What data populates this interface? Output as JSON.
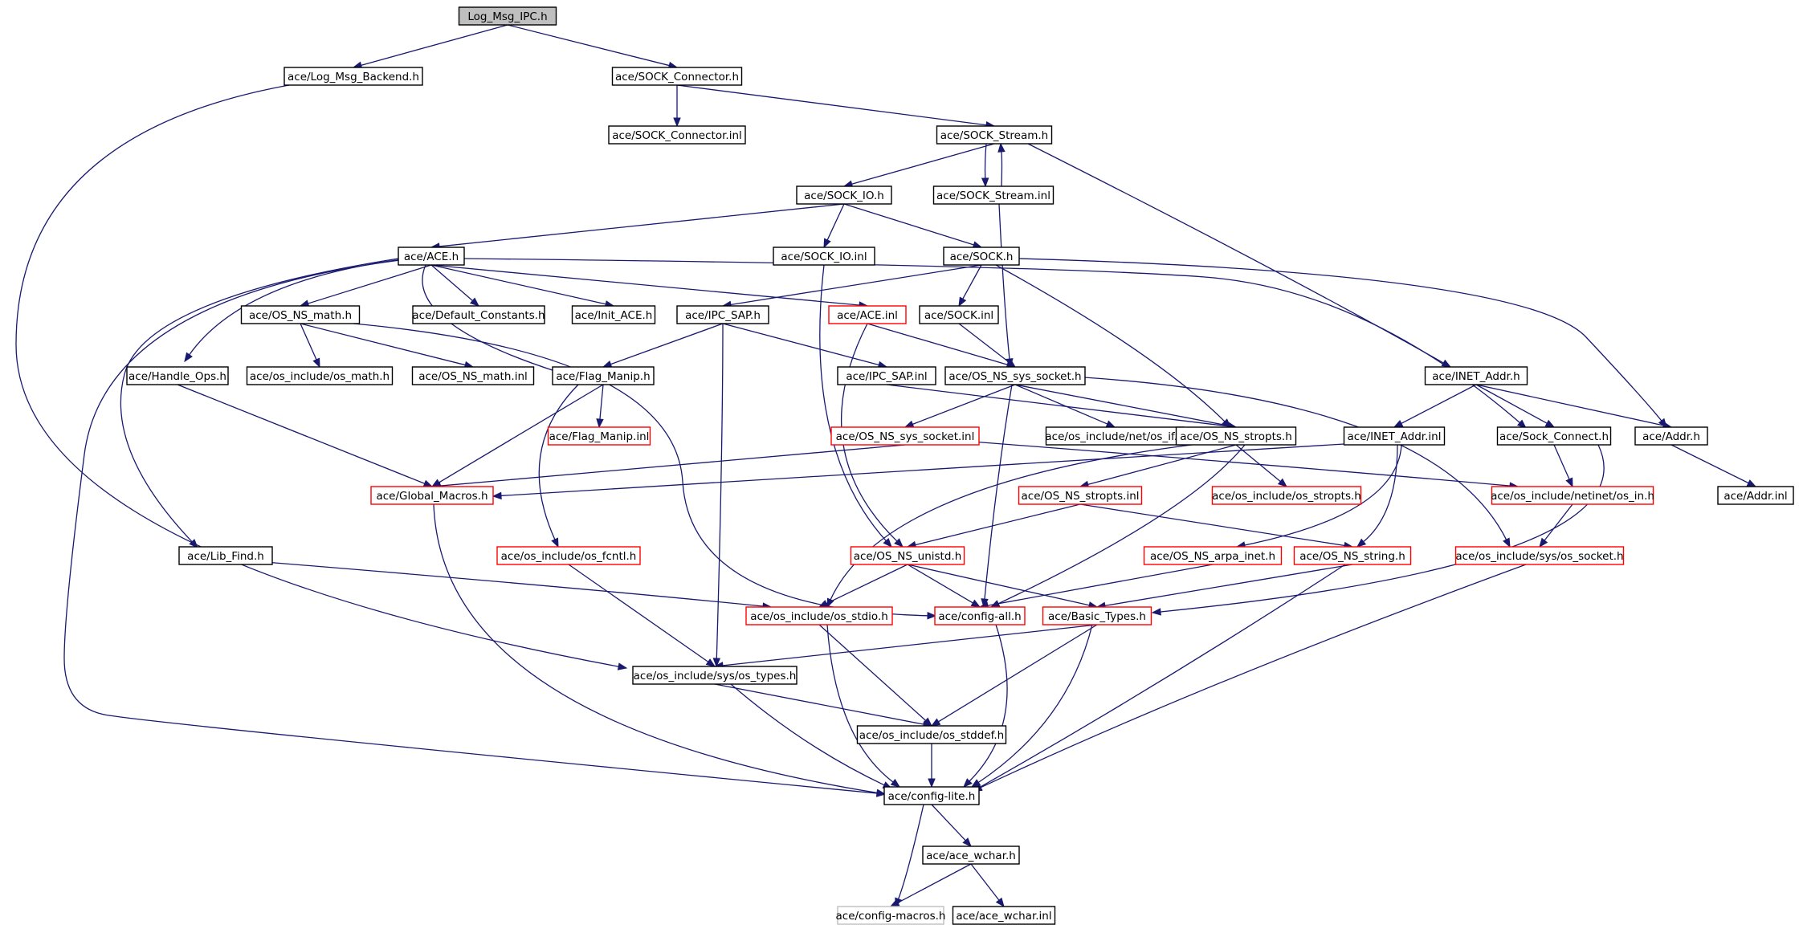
{
  "graph": {
    "colors": {
      "edge": "#191970",
      "node_border": "#000000",
      "node_border_red": "#ff0000",
      "node_border_gray": "#bfbfbf",
      "root_fill": "#bfbfbf"
    },
    "nodes": [
      {
        "id": "log_msg_ipc",
        "label": "Log_Msg_IPC.h",
        "style": "root"
      },
      {
        "id": "log_msg_backend",
        "label": "ace/Log_Msg_Backend.h",
        "style": "black"
      },
      {
        "id": "sock_connector_h",
        "label": "ace/SOCK_Connector.h",
        "style": "black"
      },
      {
        "id": "sock_connector_inl",
        "label": "ace/SOCK_Connector.inl",
        "style": "black"
      },
      {
        "id": "sock_stream_h",
        "label": "ace/SOCK_Stream.h",
        "style": "black"
      },
      {
        "id": "sock_io_h",
        "label": "ace/SOCK_IO.h",
        "style": "black"
      },
      {
        "id": "sock_stream_inl",
        "label": "ace/SOCK_Stream.inl",
        "style": "black"
      },
      {
        "id": "ace_h",
        "label": "ace/ACE.h",
        "style": "black"
      },
      {
        "id": "sock_io_inl",
        "label": "ace/SOCK_IO.inl",
        "style": "black"
      },
      {
        "id": "sock_h",
        "label": "ace/SOCK.h",
        "style": "black"
      },
      {
        "id": "os_ns_math_h",
        "label": "ace/OS_NS_math.h",
        "style": "black"
      },
      {
        "id": "default_constants",
        "label": "ace/Default_Constants.h",
        "style": "black"
      },
      {
        "id": "init_ace",
        "label": "ace/Init_ACE.h",
        "style": "black"
      },
      {
        "id": "ipc_sap_h",
        "label": "ace/IPC_SAP.h",
        "style": "black"
      },
      {
        "id": "ace_inl",
        "label": "ace/ACE.inl",
        "style": "red"
      },
      {
        "id": "sock_inl",
        "label": "ace/SOCK.inl",
        "style": "black"
      },
      {
        "id": "handle_ops",
        "label": "ace/Handle_Ops.h",
        "style": "black"
      },
      {
        "id": "os_math",
        "label": "ace/os_include/os_math.h",
        "style": "black"
      },
      {
        "id": "os_ns_math_inl",
        "label": "ace/OS_NS_math.inl",
        "style": "black"
      },
      {
        "id": "flag_manip_h",
        "label": "ace/Flag_Manip.h",
        "style": "black"
      },
      {
        "id": "ipc_sap_inl",
        "label": "ace/IPC_SAP.inl",
        "style": "black"
      },
      {
        "id": "os_ns_sys_socket_h",
        "label": "ace/OS_NS_sys_socket.h",
        "style": "black"
      },
      {
        "id": "inet_addr_h",
        "label": "ace/INET_Addr.h",
        "style": "black"
      },
      {
        "id": "flag_manip_inl",
        "label": "ace/Flag_Manip.inl",
        "style": "red"
      },
      {
        "id": "os_ns_sys_socket_inl",
        "label": "ace/OS_NS_sys_socket.inl",
        "style": "red"
      },
      {
        "id": "os_if",
        "label": "ace/os_include/net/os_if.h",
        "style": "black"
      },
      {
        "id": "os_ns_stropts_h",
        "label": "ace/OS_NS_stropts.h",
        "style": "black"
      },
      {
        "id": "inet_addr_inl",
        "label": "ace/INET_Addr.inl",
        "style": "black"
      },
      {
        "id": "sock_connect",
        "label": "ace/Sock_Connect.h",
        "style": "black"
      },
      {
        "id": "addr_h",
        "label": "ace/Addr.h",
        "style": "black"
      },
      {
        "id": "global_macros",
        "label": "ace/Global_Macros.h",
        "style": "red"
      },
      {
        "id": "os_ns_stropts_inl",
        "label": "ace/OS_NS_stropts.inl",
        "style": "red"
      },
      {
        "id": "os_stropts",
        "label": "ace/os_include/os_stropts.h",
        "style": "red"
      },
      {
        "id": "os_in",
        "label": "ace/os_include/netinet/os_in.h",
        "style": "red"
      },
      {
        "id": "addr_inl",
        "label": "ace/Addr.inl",
        "style": "black"
      },
      {
        "id": "lib_find",
        "label": "ace/Lib_Find.h",
        "style": "black"
      },
      {
        "id": "os_fcntl",
        "label": "ace/os_include/os_fcntl.h",
        "style": "red"
      },
      {
        "id": "os_ns_unistd",
        "label": "ace/OS_NS_unistd.h",
        "style": "red"
      },
      {
        "id": "os_ns_arpa_inet",
        "label": "ace/OS_NS_arpa_inet.h",
        "style": "red"
      },
      {
        "id": "os_ns_string",
        "label": "ace/OS_NS_string.h",
        "style": "red"
      },
      {
        "id": "os_socket",
        "label": "ace/os_include/sys/os_socket.h",
        "style": "red"
      },
      {
        "id": "os_stdio",
        "label": "ace/os_include/os_stdio.h",
        "style": "red"
      },
      {
        "id": "config_all",
        "label": "ace/config-all.h",
        "style": "red"
      },
      {
        "id": "basic_types",
        "label": "ace/Basic_Types.h",
        "style": "red"
      },
      {
        "id": "os_types",
        "label": "ace/os_include/sys/os_types.h",
        "style": "black"
      },
      {
        "id": "os_stddef",
        "label": "ace/os_include/os_stddef.h",
        "style": "black"
      },
      {
        "id": "config_lite",
        "label": "ace/config-lite.h",
        "style": "black"
      },
      {
        "id": "ace_wchar_h",
        "label": "ace/ace_wchar.h",
        "style": "black"
      },
      {
        "id": "config_macros",
        "label": "ace/config-macros.h",
        "style": "gray"
      },
      {
        "id": "ace_wchar_inl",
        "label": "ace/ace_wchar.inl",
        "style": "black"
      }
    ],
    "edges": [
      [
        "log_msg_ipc",
        "log_msg_backend"
      ],
      [
        "log_msg_ipc",
        "sock_connector_h"
      ],
      [
        "log_msg_backend",
        "os_types"
      ],
      [
        "sock_connector_h",
        "sock_connector_inl"
      ],
      [
        "sock_connector_h",
        "sock_stream_h"
      ],
      [
        "sock_stream_h",
        "sock_io_h"
      ],
      [
        "sock_stream_h",
        "sock_stream_inl"
      ],
      [
        "sock_stream_inl",
        "sock_stream_h"
      ],
      [
        "sock_stream_h",
        "inet_addr_h"
      ],
      [
        "sock_stream_inl",
        "os_ns_sys_socket_h"
      ],
      [
        "sock_io_h",
        "ace_h"
      ],
      [
        "sock_io_h",
        "sock_io_inl"
      ],
      [
        "sock_io_h",
        "sock_h"
      ],
      [
        "sock_io_inl",
        "os_ns_unistd"
      ],
      [
        "sock_h",
        "ipc_sap_h"
      ],
      [
        "sock_h",
        "sock_inl"
      ],
      [
        "sock_h",
        "addr_h"
      ],
      [
        "sock_h",
        "os_ns_stropts_h"
      ],
      [
        "ace_h",
        "os_ns_math_h"
      ],
      [
        "ace_h",
        "default_constants"
      ],
      [
        "ace_h",
        "init_ace"
      ],
      [
        "ace_h",
        "ace_inl"
      ],
      [
        "ace_h",
        "handle_ops"
      ],
      [
        "ace_h",
        "flag_manip_h"
      ],
      [
        "ace_h",
        "lib_find"
      ],
      [
        "ace_h",
        "sock_connect"
      ],
      [
        "ace_h",
        "config_lite"
      ],
      [
        "os_ns_math_h",
        "os_math"
      ],
      [
        "os_ns_math_h",
        "os_ns_math_inl"
      ],
      [
        "os_ns_math_h",
        "config_all"
      ],
      [
        "ipc_sap_h",
        "flag_manip_h"
      ],
      [
        "ipc_sap_h",
        "ipc_sap_inl"
      ],
      [
        "ipc_sap_h",
        "os_types"
      ],
      [
        "ace_inl",
        "os_ns_sys_socket_h"
      ],
      [
        "ace_inl",
        "os_ns_unistd"
      ],
      [
        "sock_inl",
        "os_ns_sys_socket_h"
      ],
      [
        "ipc_sap_inl",
        "os_ns_stropts_h"
      ],
      [
        "handle_ops",
        "global_macros"
      ],
      [
        "flag_manip_h",
        "flag_manip_inl"
      ],
      [
        "flag_manip_h",
        "global_macros"
      ],
      [
        "flag_manip_h",
        "os_fcntl"
      ],
      [
        "os_ns_sys_socket_h",
        "os_ns_sys_socket_inl"
      ],
      [
        "os_ns_sys_socket_h",
        "os_if"
      ],
      [
        "os_ns_sys_socket_h",
        "os_ns_stropts_h"
      ],
      [
        "os_ns_sys_socket_h",
        "os_socket"
      ],
      [
        "os_ns_sys_socket_h",
        "config_all"
      ],
      [
        "os_ns_sys_socket_inl",
        "global_macros"
      ],
      [
        "os_ns_sys_socket_inl",
        "os_in"
      ],
      [
        "os_ns_stropts_h",
        "os_ns_stropts_inl"
      ],
      [
        "os_ns_stropts_h",
        "os_stropts"
      ],
      [
        "os_ns_stropts_h",
        "os_stdio"
      ],
      [
        "os_ns_stropts_h",
        "config_all"
      ],
      [
        "inet_addr_h",
        "inet_addr_inl"
      ],
      [
        "inet_addr_h",
        "sock_connect"
      ],
      [
        "inet_addr_h",
        "addr_h"
      ],
      [
        "inet_addr_inl",
        "global_macros"
      ],
      [
        "inet_addr_inl",
        "os_ns_arpa_inet"
      ],
      [
        "inet_addr_inl",
        "os_ns_string"
      ],
      [
        "sock_connect",
        "os_in"
      ],
      [
        "sock_connect",
        "basic_types"
      ],
      [
        "addr_h",
        "addr_inl"
      ],
      [
        "os_in",
        "os_socket"
      ],
      [
        "os_ns_stropts_inl",
        "os_ns_unistd"
      ],
      [
        "os_ns_stropts_inl",
        "os_ns_string"
      ],
      [
        "lib_find",
        "os_stdio"
      ],
      [
        "os_fcntl",
        "os_types"
      ],
      [
        "os_ns_unistd",
        "os_stdio"
      ],
      [
        "os_ns_unistd",
        "config_all"
      ],
      [
        "os_ns_unistd",
        "basic_types"
      ],
      [
        "os_ns_arpa_inet",
        "config_all"
      ],
      [
        "os_ns_string",
        "basic_types"
      ],
      [
        "os_ns_string",
        "config_lite"
      ],
      [
        "os_socket",
        "config_lite"
      ],
      [
        "global_macros",
        "config_lite"
      ],
      [
        "os_stdio",
        "os_stddef"
      ],
      [
        "os_stdio",
        "config_lite"
      ],
      [
        "config_all",
        "config_lite"
      ],
      [
        "basic_types",
        "os_types"
      ],
      [
        "basic_types",
        "os_stddef"
      ],
      [
        "basic_types",
        "config_lite"
      ],
      [
        "os_types",
        "os_stddef"
      ],
      [
        "os_types",
        "config_lite"
      ],
      [
        "os_stddef",
        "config_lite"
      ],
      [
        "config_lite",
        "ace_wchar_h"
      ],
      [
        "config_lite",
        "config_macros"
      ],
      [
        "ace_wchar_h",
        "config_macros"
      ],
      [
        "ace_wchar_h",
        "ace_wchar_inl"
      ]
    ]
  }
}
